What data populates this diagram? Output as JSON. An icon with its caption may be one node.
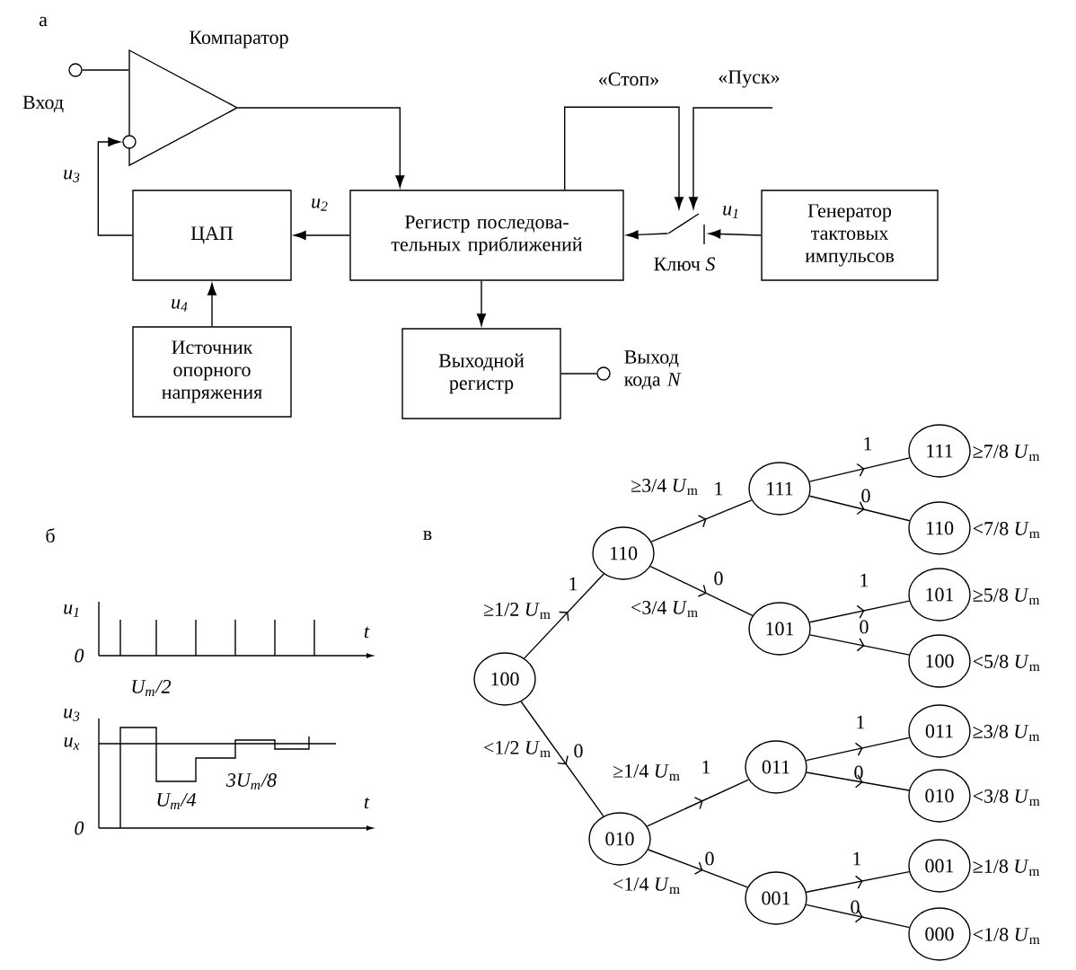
{
  "diagram": {
    "nodes": [
      {
        "text": [
          "Компаратор"
        ]
      },
      {
        "text": [
          "Вход"
        ]
      },
      {
        "text": [
          "ЦАП"
        ]
      },
      {
        "text": [
          "Регистр последова-тельных приближений"
        ]
      },
      {
        "text": [
          "Генератор тактовых импульсов"
        ]
      },
      {
        "text": [
          "Источник опорного напряжения"
        ]
      },
      {
        "text": [
          "Выходной регистр"
        ]
      },
      {
        "text": [
          "Выход кода *N*"
        ]
      },
      {
        "text": [
          "Ключ *S*"
        ]
      },
      {
        "text": [
          "100"
        ]
      },
      {
        "text": [
          "110"
        ]
      },
      {
        "text": [
          "010"
        ]
      },
      {
        "text": [
          "111"
        ]
      },
      {
        "text": [
          "101"
        ]
      },
      {
        "text": [
          "011"
        ]
      },
      {
        "text": [
          "001"
        ]
      },
      {
        "text": [
          "111"
        ],
        "beside": [
          "≥7/8 *U*$_{m}$"
        ]
      },
      {
        "text": [
          "110"
        ],
        "beside": [
          "<7/8 *U*$_{m}$"
        ]
      },
      {
        "text": [
          "101"
        ],
        "beside": [
          "≥5/8 *U*$_{m}$"
        ]
      },
      {
        "text": [
          "100"
        ],
        "beside": [
          "<5/8 *U*$_{m}$"
        ]
      },
      {
        "text": [
          "011"
        ],
        "beside": [
          "≥3/8 *U*$_{m}$"
        ]
      },
      {
        "text": [
          "010"
        ],
        "beside": [
          "<3/8 *U*$_{m}$"
        ]
      },
      {
        "text": [
          "001"
        ],
        "beside": [
          "≥1/8 *U*$_{m}$"
        ]
      },
      {
        "text": [
          "000"
        ],
        "beside": [
          "<1/8 *U*$_{m}$"
        ]
      }
    ],
    "edges": [
      {
        "from": 1,
        "to": 0,
        "arrow": "none"
      },
      {
        "from": 0,
        "to": 3,
        "arrow": "to"
      },
      {
        "from": 2,
        "to": 0,
        "arrow": "to",
        "label": "u$_{3}$"
      },
      {
        "from": 3,
        "to": 2,
        "arrow": "to",
        "label": "u$_{2}$"
      },
      {
        "from": 5,
        "to": 2,
        "arrow": "to",
        "label": "u$_{4}$"
      },
      {
        "from": 3,
        "to": 6,
        "arrow": "to"
      },
      {
        "from": 6,
        "to": 7,
        "arrow": "none"
      },
      {
        "from": 4,
        "to": 8,
        "arrow": "to",
        "label": "u$_{1}$"
      },
      {
        "from": 8,
        "to": 3,
        "arrow": "to"
      },
      {
        "from": 3,
        "to": 8,
        "arrow": "to",
        "label": "«Стоп»"
      },
      {
        "from": null,
        "to": 8,
        "arrow": "to",
        "label": "«Пуск»"
      },
      {
        "from": 9,
        "to": 10,
        "arrow": "to",
        "label": "1"
      },
      {
        "from": 9,
        "to": 11,
        "arrow": "to",
        "label": "0"
      },
      {
        "from": 10,
        "to": 12,
        "arrow": "to",
        "label": "1"
      },
      {
        "from": 10,
        "to": 13,
        "arrow": "to",
        "label": "0"
      },
      {
        "from": 11,
        "to": 14,
        "arrow": "to",
        "label": "1"
      },
      {
        "from": 11,
        "to": 15,
        "arrow": "to",
        "label": "0"
      },
      {
        "from": 12,
        "to": 16,
        "arrow": "to",
        "label": "1"
      },
      {
        "from": 12,
        "to": 17,
        "arrow": "to",
        "label": "0"
      },
      {
        "from": 13,
        "to": 18,
        "arrow": "to",
        "label": "1"
      },
      {
        "from": 13,
        "to": 19,
        "arrow": "to",
        "label": "0"
      },
      {
        "from": 14,
        "to": 20,
        "arrow": "to",
        "label": "1"
      },
      {
        "from": 14,
        "to": 21,
        "arrow": "to",
        "label": "0"
      },
      {
        "from": 15,
        "to": 22,
        "arrow": "to",
        "label": "1"
      },
      {
        "from": 15,
        "to": 23,
        "arrow": "to",
        "label": "0"
      }
    ],
    "labels": [
      "а",
      "б",
      "в",
      "u$_{1}$",
      "0",
      "t",
      "U$_{m}$/2",
      "u$_{3}$",
      "u$_{x}$",
      "3U$_{m}$/8",
      "U$_{m}$/4",
      "0",
      "t",
      "≥1/2 *U*$_{m}$",
      "<1/2 *U*$_{m}$",
      "≥3/4 *U*$_{m}$",
      "<3/4 *U*$_{m}$",
      "≥1/4 *U*$_{m}$",
      "<1/4 *U*$_{m}$"
    ]
  }
}
